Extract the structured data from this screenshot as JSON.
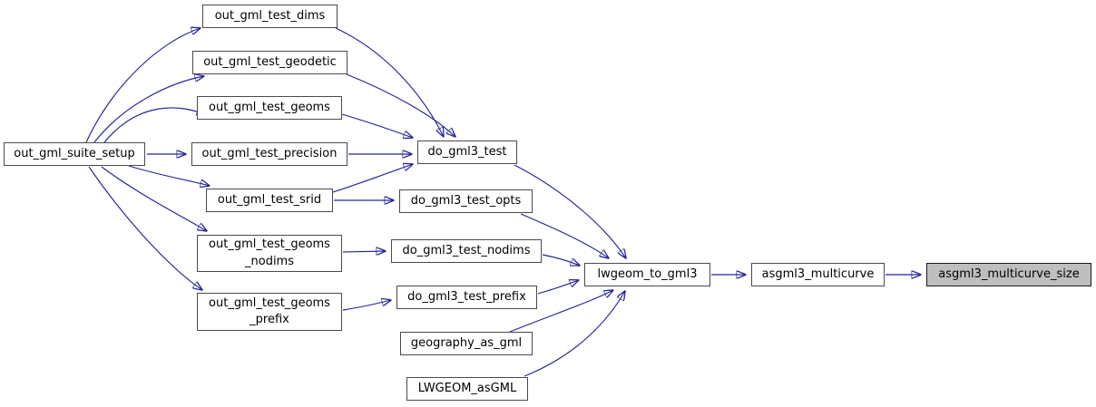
{
  "diagram": {
    "kind": "call-graph",
    "colors": {
      "background": "#ffffff",
      "edge": "#24249a",
      "node_fill": "#ffffff",
      "node_border": "#4a4a4a",
      "highlight_fill": "#bebebe",
      "highlight_border": "#1a1a1a",
      "text": "#000000"
    },
    "nodes": [
      {
        "id": "out_gml_suite_setup",
        "label": "out_gml_suite_setup",
        "highlighted": false
      },
      {
        "id": "out_gml_test_dims",
        "label": "out_gml_test_dims",
        "highlighted": false
      },
      {
        "id": "out_gml_test_geodetic",
        "label": "out_gml_test_geodetic",
        "highlighted": false
      },
      {
        "id": "out_gml_test_geoms",
        "label": "out_gml_test_geoms",
        "highlighted": false
      },
      {
        "id": "out_gml_test_precision",
        "label": "out_gml_test_precision",
        "highlighted": false
      },
      {
        "id": "out_gml_test_srid",
        "label": "out_gml_test_srid",
        "highlighted": false
      },
      {
        "id": "out_gml_test_geoms_nodims",
        "label": "out_gml_test_geoms_nodims",
        "lines": [
          "out_gml_test_geoms",
          "_nodims"
        ],
        "highlighted": false
      },
      {
        "id": "out_gml_test_geoms_prefix",
        "label": "out_gml_test_geoms_prefix",
        "lines": [
          "out_gml_test_geoms",
          "_prefix"
        ],
        "highlighted": false
      },
      {
        "id": "do_gml3_test",
        "label": "do_gml3_test",
        "highlighted": false
      },
      {
        "id": "do_gml3_test_opts",
        "label": "do_gml3_test_opts",
        "highlighted": false
      },
      {
        "id": "do_gml3_test_nodims",
        "label": "do_gml3_test_nodims",
        "highlighted": false
      },
      {
        "id": "do_gml3_test_prefix",
        "label": "do_gml3_test_prefix",
        "highlighted": false
      },
      {
        "id": "geography_as_gml",
        "label": "geography_as_gml",
        "highlighted": false
      },
      {
        "id": "LWGEOM_asGML",
        "label": "LWGEOM_asGML",
        "highlighted": false
      },
      {
        "id": "lwgeom_to_gml3",
        "label": "lwgeom_to_gml3",
        "highlighted": false
      },
      {
        "id": "asgml3_multicurve",
        "label": "asgml3_multicurve",
        "highlighted": false
      },
      {
        "id": "asgml3_multicurve_size",
        "label": "asgml3_multicurve_size",
        "highlighted": true
      }
    ],
    "edges": [
      {
        "from": "out_gml_suite_setup",
        "to": "out_gml_test_dims"
      },
      {
        "from": "out_gml_suite_setup",
        "to": "out_gml_test_geodetic"
      },
      {
        "from": "out_gml_suite_setup",
        "to": "out_gml_test_geoms"
      },
      {
        "from": "out_gml_suite_setup",
        "to": "out_gml_test_precision"
      },
      {
        "from": "out_gml_suite_setup",
        "to": "out_gml_test_srid"
      },
      {
        "from": "out_gml_suite_setup",
        "to": "out_gml_test_geoms_nodims"
      },
      {
        "from": "out_gml_suite_setup",
        "to": "out_gml_test_geoms_prefix"
      },
      {
        "from": "out_gml_test_dims",
        "to": "do_gml3_test"
      },
      {
        "from": "out_gml_test_geodetic",
        "to": "do_gml3_test"
      },
      {
        "from": "out_gml_test_geoms",
        "to": "do_gml3_test"
      },
      {
        "from": "out_gml_test_precision",
        "to": "do_gml3_test"
      },
      {
        "from": "out_gml_test_srid",
        "to": "do_gml3_test"
      },
      {
        "from": "out_gml_test_srid",
        "to": "do_gml3_test_opts"
      },
      {
        "from": "out_gml_test_geoms_nodims",
        "to": "do_gml3_test_nodims"
      },
      {
        "from": "out_gml_test_geoms_prefix",
        "to": "do_gml3_test_prefix"
      },
      {
        "from": "do_gml3_test",
        "to": "lwgeom_to_gml3"
      },
      {
        "from": "do_gml3_test_opts",
        "to": "lwgeom_to_gml3"
      },
      {
        "from": "do_gml3_test_nodims",
        "to": "lwgeom_to_gml3"
      },
      {
        "from": "do_gml3_test_prefix",
        "to": "lwgeom_to_gml3"
      },
      {
        "from": "geography_as_gml",
        "to": "lwgeom_to_gml3"
      },
      {
        "from": "LWGEOM_asGML",
        "to": "lwgeom_to_gml3"
      },
      {
        "from": "lwgeom_to_gml3",
        "to": "asgml3_multicurve"
      },
      {
        "from": "asgml3_multicurve",
        "to": "asgml3_multicurve_size"
      }
    ]
  }
}
